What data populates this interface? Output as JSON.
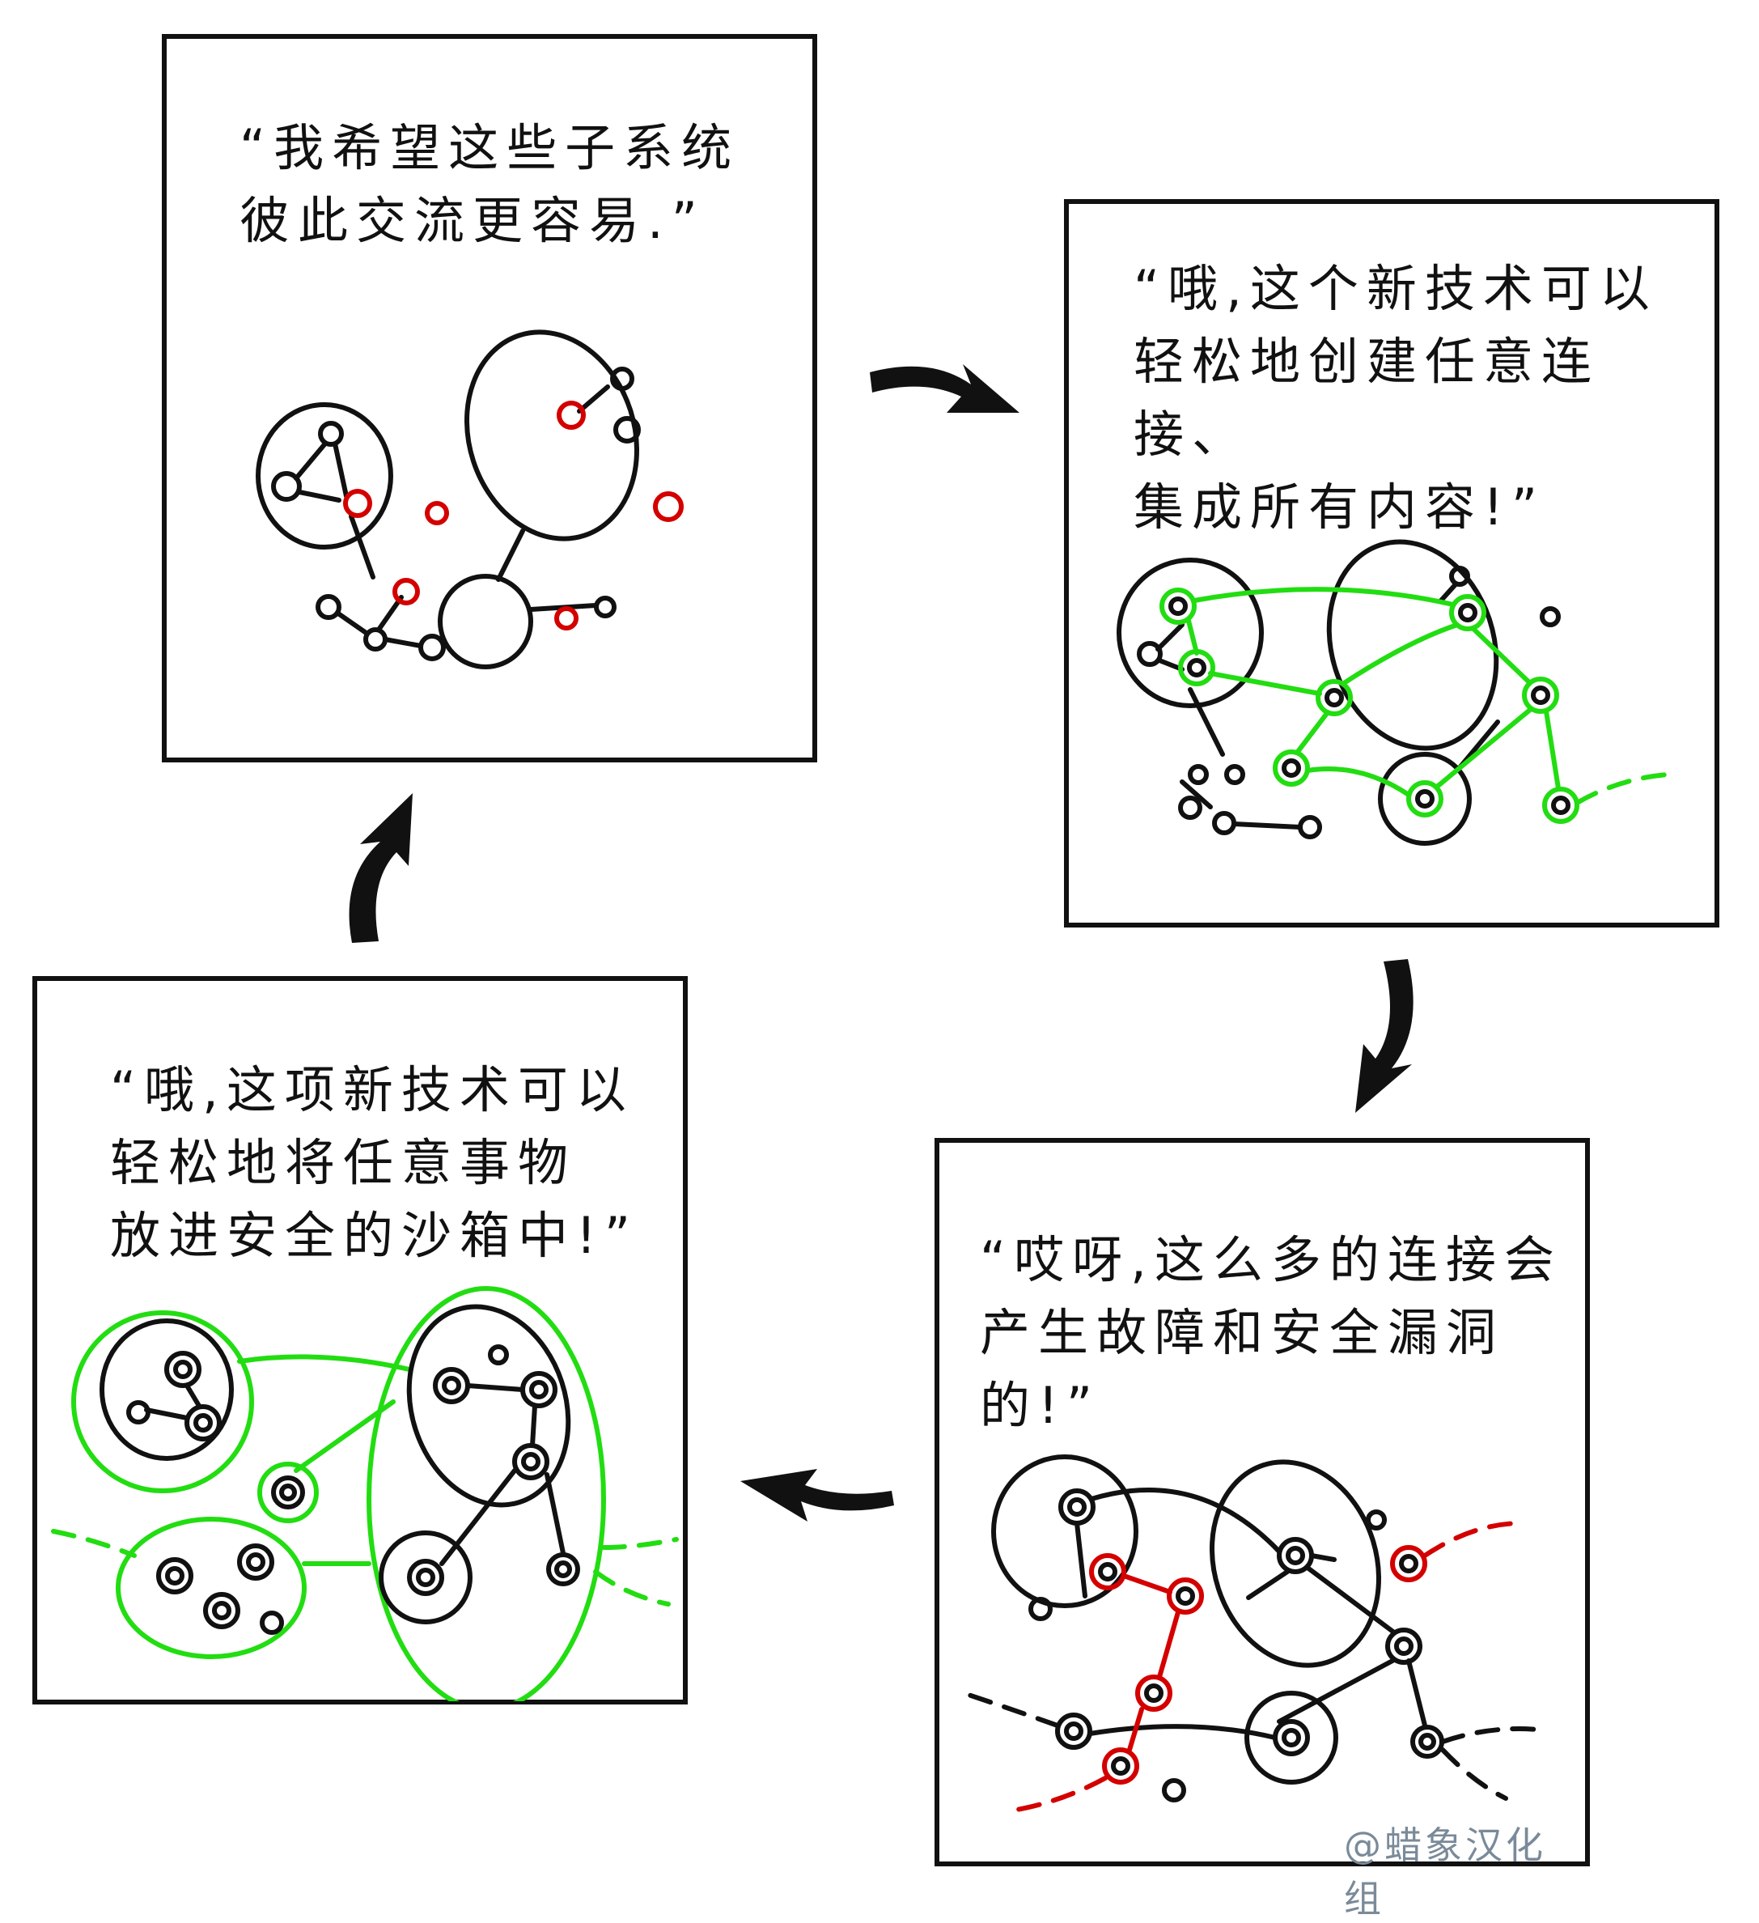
{
  "panels": {
    "top_left": {
      "caption": "“我希望这些子系统\n彼此交流更容易.”"
    },
    "top_right": {
      "caption": "“哦,这个新技术可以\n轻松地创建任意连接、\n集成所有内容!”"
    },
    "bottom_right": {
      "caption": "“哎呀,这么多的连接会\n产生故障和安全漏洞的!”"
    },
    "bottom_left": {
      "caption": "“哦,这项新技术可以\n轻松地将任意事物\n放进安全的沙箱中!”"
    }
  },
  "credit": "@蜡象汉化组",
  "colors": {
    "ink": "#111111",
    "red": "#d40000",
    "green": "#22dd11",
    "credit": "#7a8a99"
  },
  "icons": [
    "curved-arrow-icon"
  ]
}
